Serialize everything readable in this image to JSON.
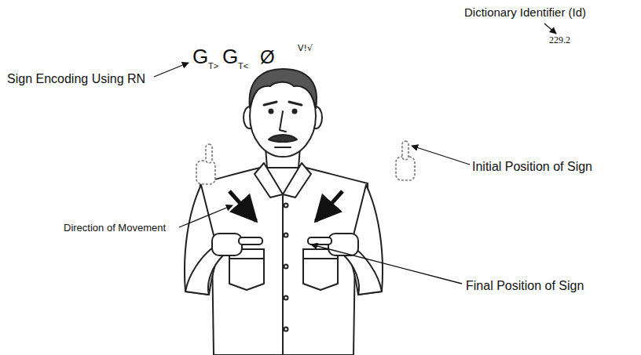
{
  "diagram": {
    "labels": [
      "Dictionary Identifier (Id)",
      "229.2",
      "G",
      "T>",
      "G",
      "T<",
      "Ø",
      "V!√",
      "Sign Encoding Using RN",
      "Initial Position of Sign",
      "Direction of Movement",
      "Final Position of Sign"
    ]
  }
}
